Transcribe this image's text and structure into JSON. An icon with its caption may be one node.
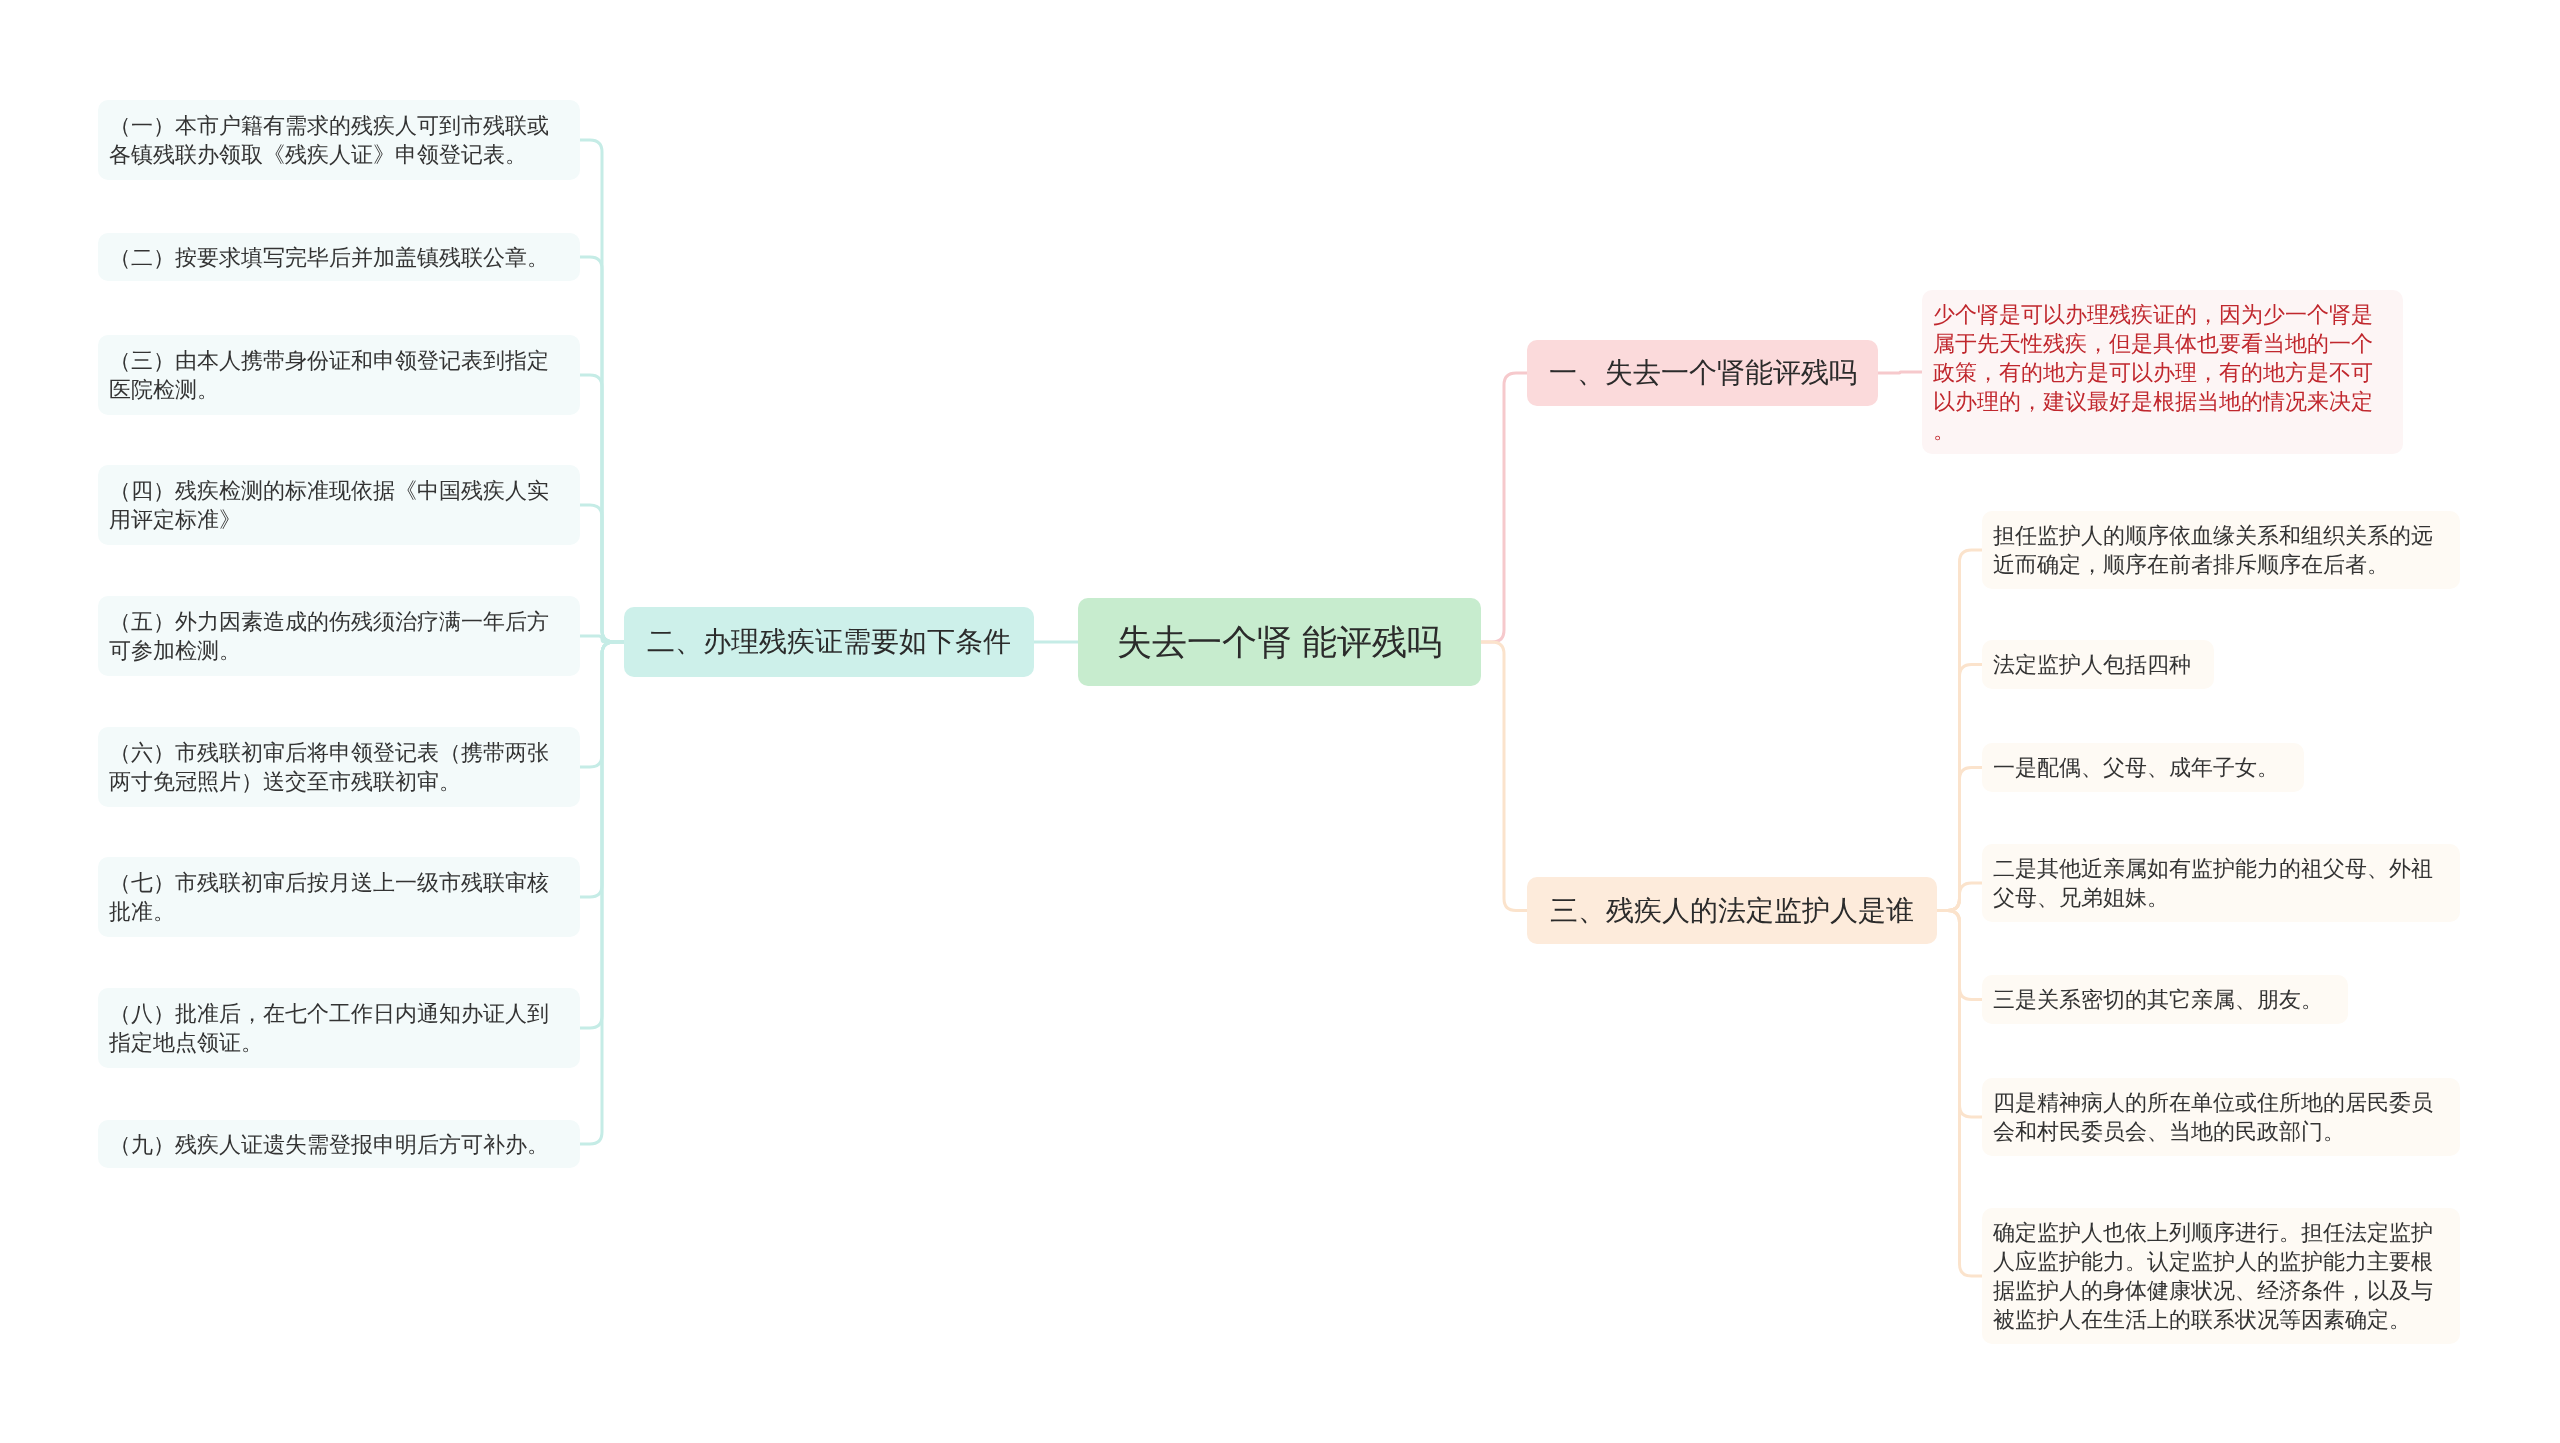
{
  "diagram": {
    "nodes": [
      {
        "text": [
          "失去一个肾 能评残吗"
        ]
      },
      {
        "text": [
          "一、失去一个肾能评残吗"
        ]
      },
      {
        "text": [
          "少个肾是可以办理残疾证的，因为少一个肾是属于先天性残疾，但是具体也要看当地的一个政策，有的地方是可以办理，有的地方是不可以办理的，建议最好是根据当地的情况来决定。"
        ]
      },
      {
        "text": [
          "二、办理残疾证需要如下条件"
        ]
      },
      {
        "text": [
          "（一）本市户籍有需求的残疾人可到市残联或各镇残联办领取《残疾人证》申领登记表。"
        ]
      },
      {
        "text": [
          "（二）按要求填写完毕后并加盖镇残联公章。"
        ]
      },
      {
        "text": [
          "（三）由本人携带身份证和申领登记表到指定医院检测。"
        ]
      },
      {
        "text": [
          "（四）残疾检测的标准现依据《中国残疾人实用评定标准》"
        ]
      },
      {
        "text": [
          "（五）外力因素造成的伤残须治疗满一年后方可参加检测。"
        ]
      },
      {
        "text": [
          "（六）市残联初审后将申领登记表（携带两张两寸免冠照片）送交至市残联初审。"
        ]
      },
      {
        "text": [
          "（七）市残联初审后按月送上一级市残联审核批准。"
        ]
      },
      {
        "text": [
          "（八）批准后，在七个工作日内通知办证人到指定地点领证。"
        ]
      },
      {
        "text": [
          "（九）残疾人证遗失需登报申明后方可补办。"
        ]
      },
      {
        "text": [
          "三、残疾人的法定监护人是谁"
        ]
      },
      {
        "text": [
          "担任监护人的顺序依血缘关系和组织关系的远近而确定，顺序在前者排斥顺序在后者。"
        ]
      },
      {
        "text": [
          "法定监护人包括四种"
        ]
      },
      {
        "text": [
          "一是配偶、父母、成年子女。"
        ]
      },
      {
        "text": [
          "二是其他近亲属如有监护能力的祖父母、外祖父母、兄弟姐妹。"
        ]
      },
      {
        "text": [
          "三是关系密切的其它亲属、朋友。"
        ]
      },
      {
        "text": [
          "四是精神病人的所在单位或住所地的居民委员会和村民委员会、当地的民政部门。"
        ]
      },
      {
        "text": [
          "确定监护人也依上列顺序进行。担任法定监护人应监护能力。认定监护人的监护能力主要根据监护人的身体健康状况、经济条件，以及与被监护人在生活上的联系状况等因素确定。"
        ]
      }
    ],
    "edges": [
      {
        "from": 0,
        "to": 1,
        "arrow": "none",
        "color": "#f6c9cc"
      },
      {
        "from": 1,
        "to": 2,
        "arrow": "none",
        "color": "#f6c9cc"
      },
      {
        "from": 0,
        "to": 3,
        "arrow": "none"
      },
      {
        "from": 3,
        "to": 4,
        "arrow": "none"
      },
      {
        "from": 3,
        "to": 5,
        "arrow": "none"
      },
      {
        "from": 3,
        "to": 6,
        "arrow": "none"
      },
      {
        "from": 3,
        "to": 7,
        "arrow": "none"
      },
      {
        "from": 3,
        "to": 8,
        "arrow": "none"
      },
      {
        "from": 3,
        "to": 9,
        "arrow": "none"
      },
      {
        "from": 3,
        "to": 10,
        "arrow": "none"
      },
      {
        "from": 3,
        "to": 11,
        "arrow": "none"
      },
      {
        "from": 3,
        "to": 12,
        "arrow": "none"
      },
      {
        "from": 0,
        "to": 13,
        "arrow": "none",
        "color": "#fbe3cc"
      },
      {
        "from": 13,
        "to": 14,
        "arrow": "none",
        "color": "#fbe3cc"
      },
      {
        "from": 13,
        "to": 15,
        "arrow": "none",
        "color": "#fbe3cc"
      },
      {
        "from": 13,
        "to": 16,
        "arrow": "none",
        "color": "#fbe3cc"
      },
      {
        "from": 13,
        "to": 17,
        "arrow": "none",
        "color": "#fbe3cc"
      },
      {
        "from": 13,
        "to": 18,
        "arrow": "none",
        "color": "#fbe3cc"
      },
      {
        "from": 13,
        "to": 19,
        "arrow": "none",
        "color": "#fbe3cc"
      },
      {
        "from": 13,
        "to": 20,
        "arrow": "none",
        "color": "#fbe3cc"
      }
    ]
  }
}
